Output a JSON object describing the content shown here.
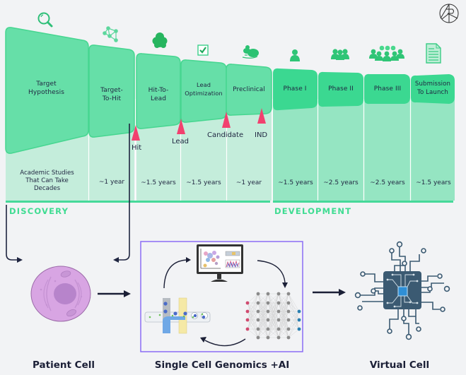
{
  "logo": {
    "name": "brand-logo-icon"
  },
  "colors": {
    "discovery_card": "#66dfa8",
    "discovery_card_border": "#46d690",
    "development_card": "#3bd891",
    "discovery_column": "#c4eddb",
    "development_column": "#95e5c2",
    "milestone_marker": "#f2416f",
    "section_label": "#3fdc92",
    "connector": "#1f2540",
    "box_border": "#8b6cf5",
    "cell_fill": "#d9a3e3",
    "cell_nucleus": "#b785cc",
    "chip": "#3b5a72",
    "chip_core": "#2f8fd6"
  },
  "stages": [
    {
      "label": "Target Hypothesis",
      "lines": [
        "Target",
        "Hypothesis"
      ],
      "icon": "magnifier-icon",
      "duration_lines": [
        "Academic Studies",
        "That Can Take",
        "Decades"
      ],
      "phase": "discovery"
    },
    {
      "label": "Target-To-Hit",
      "lines": [
        "Target-",
        "To-Hit"
      ],
      "icon": "molecule-network-icon",
      "duration_lines": [
        "~1 year"
      ],
      "phase": "discovery"
    },
    {
      "label": "Hit-To-Lead",
      "lines": [
        "Hit-To-",
        "Lead"
      ],
      "icon": "tree-icon",
      "duration_lines": [
        "~1.5 years"
      ],
      "phase": "discovery"
    },
    {
      "label": "Lead Optimization",
      "lines": [
        "Lead",
        "Optimization"
      ],
      "icon": "checkbox-icon",
      "duration_lines": [
        "~1.5 years"
      ],
      "phase": "discovery"
    },
    {
      "label": "Preclinical",
      "lines": [
        "Preclinical"
      ],
      "icon": "mouse-icon",
      "duration_lines": [
        "~1 year"
      ],
      "phase": "discovery"
    },
    {
      "label": "Phase I",
      "lines": [
        "Phase I"
      ],
      "icon": "single-person-icon",
      "duration_lines": [
        "~1.5 years"
      ],
      "phase": "development"
    },
    {
      "label": "Phase II",
      "lines": [
        "Phase II"
      ],
      "icon": "small-group-icon",
      "duration_lines": [
        "~2.5 years"
      ],
      "phase": "development"
    },
    {
      "label": "Phase III",
      "lines": [
        "Phase III"
      ],
      "icon": "large-group-icon",
      "duration_lines": [
        "~2.5 years"
      ],
      "phase": "development"
    },
    {
      "label": "Submission To Launch",
      "lines": [
        "Submission",
        "To Launch"
      ],
      "icon": "document-icon",
      "duration_lines": [
        "~1.5 years"
      ],
      "phase": "development"
    }
  ],
  "milestones": [
    {
      "label": "Hit"
    },
    {
      "label": "Lead"
    },
    {
      "label": "Candidate"
    },
    {
      "label": "IND"
    }
  ],
  "sections": {
    "discovery": "DISCOVERY",
    "development": "DEVELOPMENT"
  },
  "pipeline": {
    "patient_cell": "Patient Cell",
    "genomics": "Single Cell Genomics +AI",
    "virtual_cell": "Virtual Cell"
  }
}
